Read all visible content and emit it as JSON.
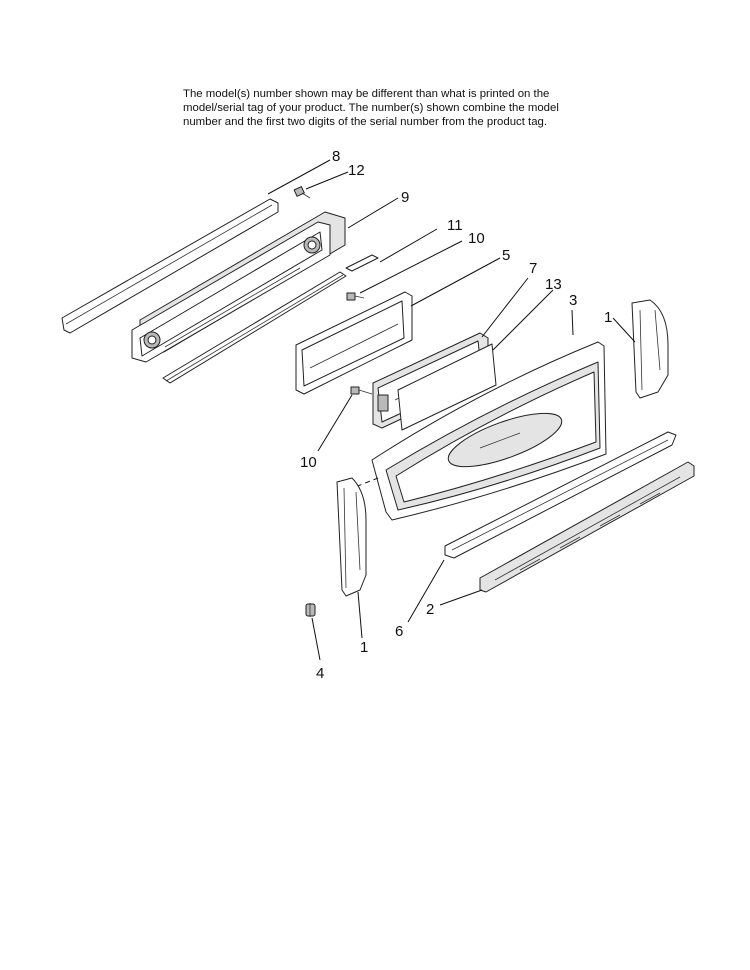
{
  "note": {
    "lines": [
      "The model(s) number shown may be different than what is printed on the",
      "model/serial tag of your product. The number(s) shown combine the model",
      "number and the first two digits of the serial number from the product tag."
    ]
  },
  "callouts": {
    "n8": "8",
    "n12": "12",
    "n9": "9",
    "n11": "11",
    "n10_top": "10",
    "n5": "5",
    "n7": "7",
    "n13": "13",
    "n3": "3",
    "n1_right": "1",
    "n10_bottom": "10",
    "n6": "6",
    "n2": "2",
    "n1_left": "1",
    "n4": "4"
  },
  "colors": {
    "line": "#222222",
    "fill": "#ffffff",
    "shade": "#e4e4e4",
    "dark": "#b9b9b9"
  }
}
